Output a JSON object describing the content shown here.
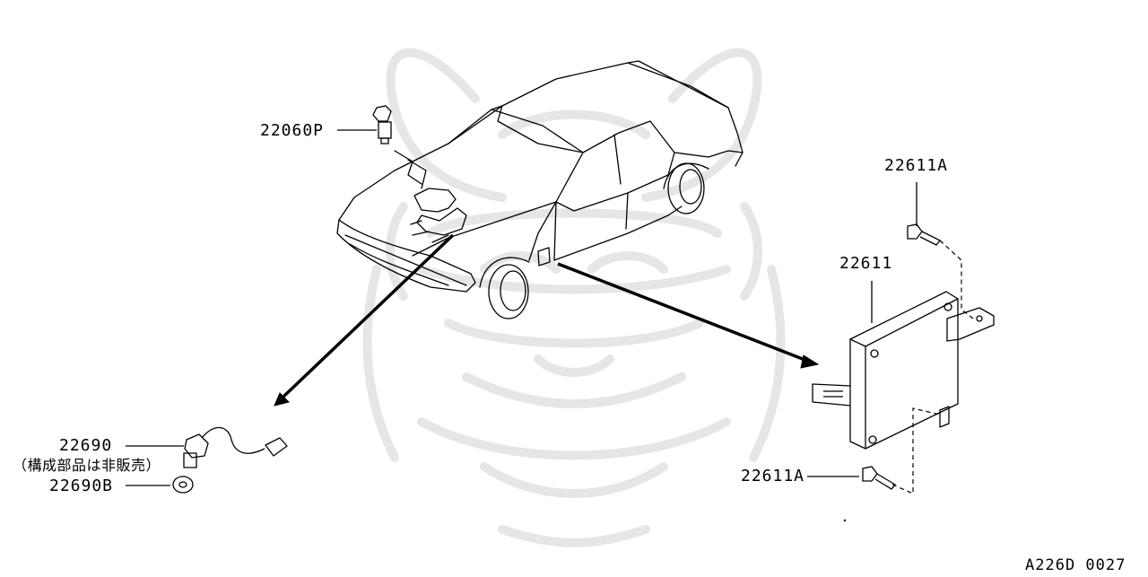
{
  "labels": {
    "cam_sensor": "22060P",
    "ecu_bolt_top": "22611A",
    "ecu": "22611",
    "ecu_bolt_bottom": "22611A",
    "o2_sensor": "22690",
    "o2_note": "（構成部品は非販売）",
    "o2_washer": "22690B",
    "diagram_id": "A226D 0027"
  },
  "colors": {
    "ink": "#000000",
    "watermark": "#e6e6e6"
  }
}
